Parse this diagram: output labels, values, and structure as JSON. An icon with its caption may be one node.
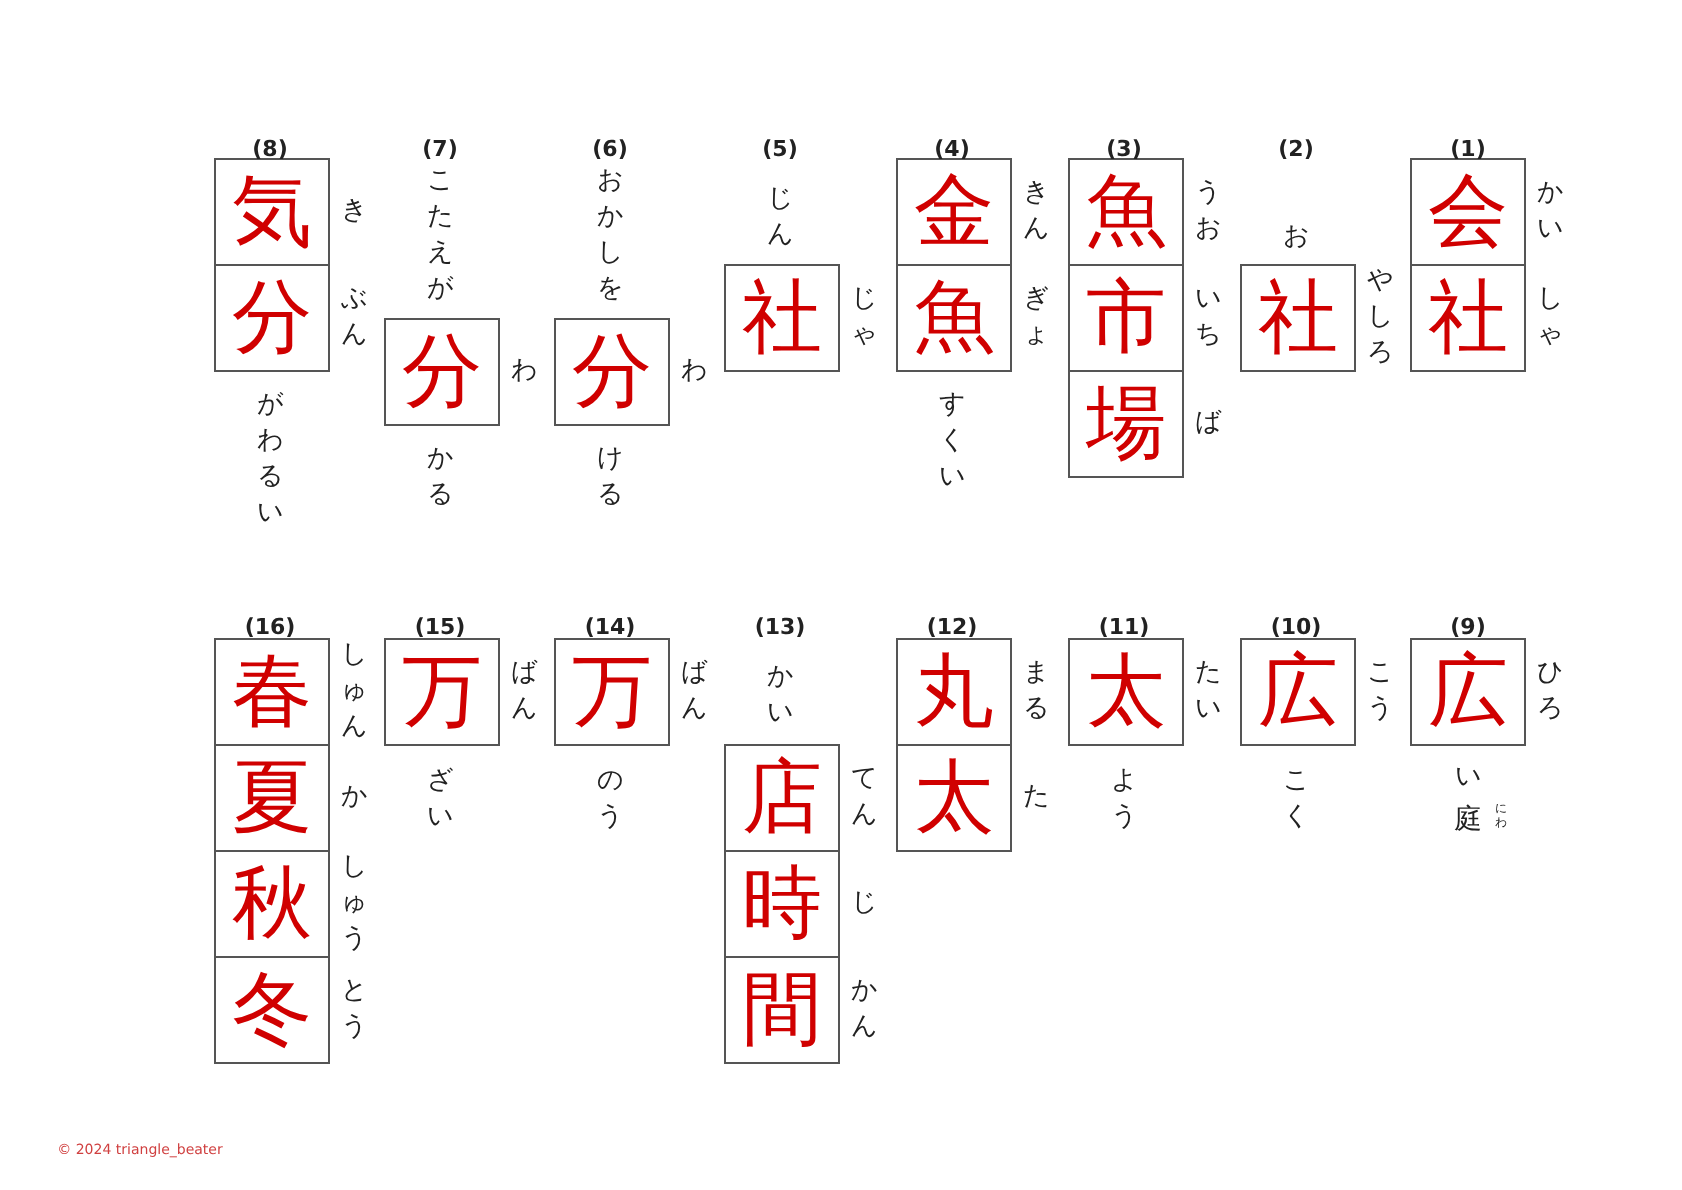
{
  "diagram": {
    "nodes": [
      {
        "text": [
          "会"
        ],
        "beside": [
          "かい"
        ]
      },
      {
        "text": [
          "社"
        ],
        "beside": [
          "しゃ"
        ]
      },
      {
        "text": [
          "社"
        ],
        "beside": [
          "やしろ"
        ]
      },
      {
        "text": [
          "魚"
        ],
        "beside": [
          "うお"
        ]
      },
      {
        "text": [
          "市"
        ],
        "beside": [
          "いち"
        ]
      },
      {
        "text": [
          "場"
        ],
        "beside": [
          "ば"
        ]
      },
      {
        "text": [
          "金"
        ],
        "beside": [
          "きん"
        ]
      },
      {
        "text": [
          "魚"
        ],
        "beside": [
          "ぎょ"
        ]
      },
      {
        "text": [
          "社"
        ],
        "beside": [
          "じゃ"
        ]
      },
      {
        "text": [
          "分"
        ],
        "beside": [
          "わ"
        ]
      },
      {
        "text": [
          "分"
        ],
        "beside": [
          "わ"
        ]
      },
      {
        "text": [
          "気"
        ],
        "beside": [
          "き"
        ]
      },
      {
        "text": [
          "分"
        ],
        "beside": [
          "ぶん"
        ]
      },
      {
        "text": [
          "広"
        ],
        "beside": [
          "ひろ"
        ]
      },
      {
        "text": [
          "広"
        ],
        "beside": [
          "こう"
        ]
      },
      {
        "text": [
          "太"
        ],
        "beside": [
          "たい"
        ]
      },
      {
        "text": [
          "丸"
        ],
        "beside": [
          "まる"
        ]
      },
      {
        "text": [
          "太"
        ],
        "beside": [
          "た"
        ]
      },
      {
        "text": [
          "店"
        ],
        "beside": [
          "てん"
        ]
      },
      {
        "text": [
          "時"
        ],
        "beside": [
          "じ"
        ]
      },
      {
        "text": [
          "間"
        ],
        "beside": [
          "かん"
        ]
      },
      {
        "text": [
          "万"
        ],
        "beside": [
          "ばん"
        ]
      },
      {
        "text": [
          "万"
        ],
        "beside": [
          "ばん"
        ]
      },
      {
        "text": [
          "春"
        ],
        "beside": [
          "しゅん"
        ]
      },
      {
        "text": [
          "夏"
        ],
        "beside": [
          "か"
        ]
      },
      {
        "text": [
          "秋"
        ],
        "beside": [
          "しゅう"
        ]
      },
      {
        "text": [
          "冬"
        ],
        "beside": [
          "とう"
        ]
      }
    ],
    "labels": [
      "(1)",
      "(2)",
      "お",
      "(3)",
      "(4)",
      "すくい",
      "(5)",
      "じん",
      "(6)",
      "おかしを",
      "ける",
      "(7)",
      "こたえが",
      "かる",
      "(8)",
      "がわるい",
      "(9)",
      "い",
      "庭",
      "にわ",
      "(10)",
      "こく",
      "(11)",
      "よう",
      "(12)",
      "(13)",
      "かい",
      "(14)",
      "のう",
      "(15)",
      "ざい",
      "(16)",
      "© 2024 triangle_beater"
    ]
  }
}
